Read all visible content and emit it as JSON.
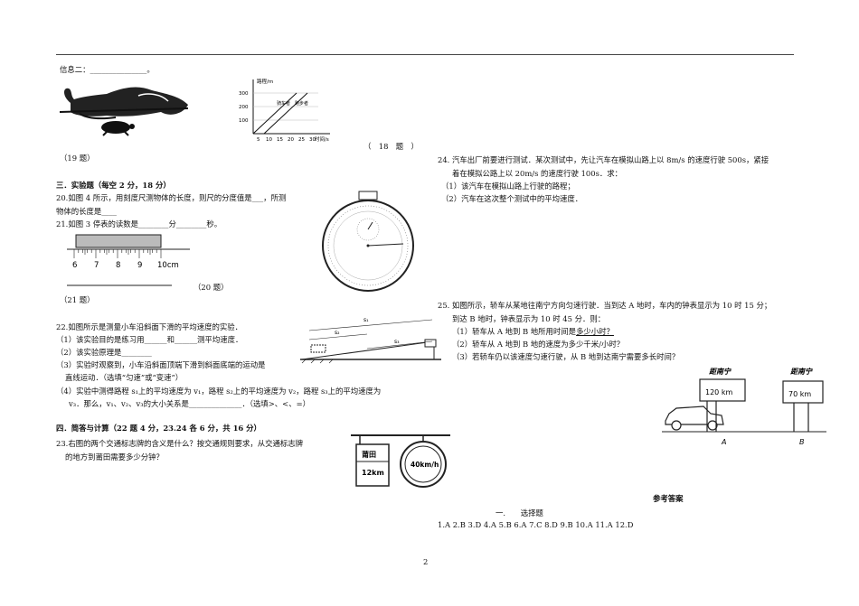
{
  "page_number": "2",
  "info2": {
    "label": "信息二：",
    "blank": "_______________",
    "end": "。"
  },
  "fig19_caption": "（19 题）",
  "fig18": {
    "caption": "（　18　题　）",
    "ylabel": "路程/m",
    "xlabel": "时间/s",
    "yticks": [
      "100",
      "200",
      "300"
    ],
    "xticks": [
      "5",
      "10",
      "15",
      "20",
      "25",
      "30"
    ],
    "series": [
      "骑车者",
      "跑步者"
    ]
  },
  "sec3": {
    "heading": "三．实验题（每空 2 分，18 分）",
    "q20_l1": "20.如图 4 所示，用刻度尺测物体的长度，则尺的分度值是___，所测",
    "q20_l2": "物体的长度是____",
    "q21": "21.如图 3 停表的读数是________分________秒。",
    "ruler_ticks": [
      "6",
      "7",
      "8",
      "9",
      "10cm"
    ],
    "fig20_caption": "（20 题）",
    "fig21_caption": "（21 题）"
  },
  "q22": {
    "l1": "22.如图所示是测量小车沿斜面下滑的平均速度的实验．",
    "l2": "（1）该实验目的是练习用______和______测平均速度．",
    "l3": "（2）该实验原理是________",
    "l4": "（3）实验时观察到，小车沿斜面顶端下滑到斜面底端的运动是",
    "l5": "直线运动．（选填“匀速”或“变速”）",
    "l6": "（4）实验中测得路程 s₁上的平均速度为 v₁，路程 s₂上的平均速度为 v₂，路程 s₃上的平均速度为",
    "l7": "v₃．那么，v₁、v₂、v₃的大小关系是______________．（选填>、<、=）",
    "fig_labels": [
      "s₁",
      "s₂",
      "s₃"
    ]
  },
  "sec4": {
    "heading": "四．简答与计算（22 题 4 分，23.24 各 6 分，共 16 分）",
    "q23_l1": "23.右图的两个交通标志牌的含义是什么？按交通规则要求，从交通标志牌",
    "q23_l2": "的地方到莆田需要多少分钟？",
    "sign1_top": "莆田",
    "sign1_bottom": "12km",
    "sign2": "40km/h"
  },
  "q24": {
    "l1": "24. 汽车出厂前要进行测试．某次测试中，先让汽车在模拟山路上以 8m/s 的速度行驶 500s，紧接",
    "l2": "着在模拟公路上以 20m/s 的速度行驶 100s．求：",
    "l3": "（1）该汽车在模拟山路上行驶的路程；",
    "l4": "（2）汽车在这次整个测试中的平均速度．"
  },
  "q25": {
    "l1": "25. 如图所示，轿车从某地往南宁方向匀速行驶．当到达 A 地时，车内的钟表显示为 10 时 15 分；",
    "l2": "到达 B 地时，钟表显示为 10 时 45 分．则：",
    "l3a": "（1）轿车从 A 地到 B 地所用时间是",
    "l3b": "多少小时？",
    "l4": "（2）轿车从 A 地到 B 地的速度为多少千米/小时？",
    "l5": "（3）若轿车仍以该速度匀速行驶，从 B 地到达南宁需要多长时间？",
    "signA_top": "距南宁",
    "signA_val": "120 km",
    "signB_top": "距南宁",
    "signB_val": "70 km",
    "pointA": "A",
    "pointB": "B"
  },
  "answers": {
    "heading": "参考答案",
    "section": "一.　　选择题",
    "list": "1.A  2.B  3.D  4.A  5.B  6.A  7.C  8.D  9.B  10.A  11.A  12.D"
  }
}
